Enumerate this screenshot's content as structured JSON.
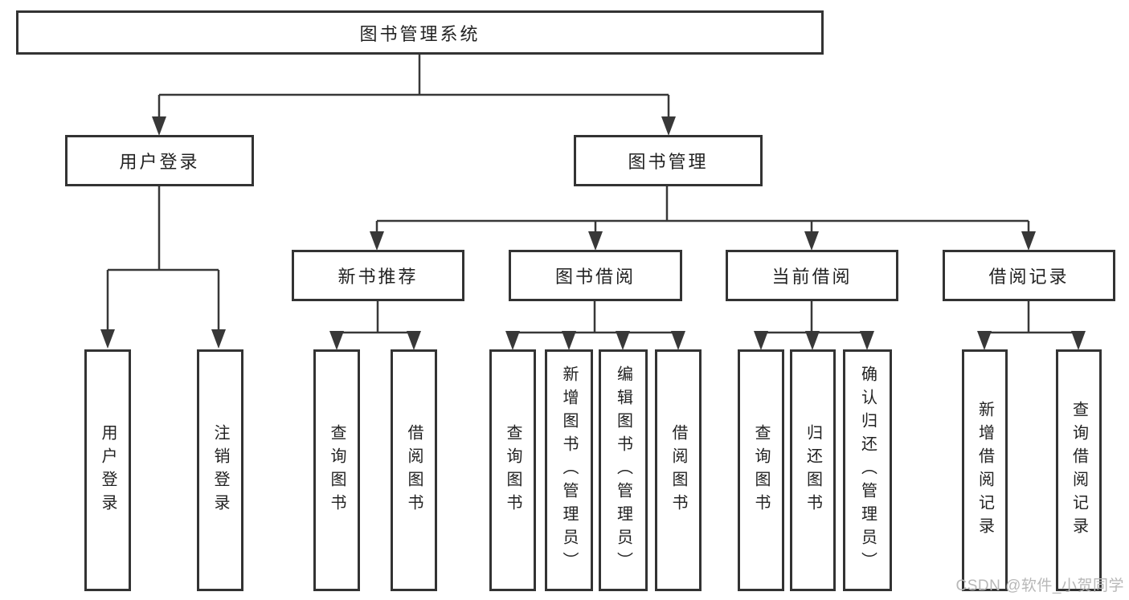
{
  "palette": {
    "background": "#ffffff",
    "line": "#383838",
    "box_border": "#333333",
    "text": "#222222",
    "watermark_text": "#b8b8b8"
  },
  "diagram": {
    "root": {
      "label": "图书管理系统"
    },
    "branches": [
      {
        "label": "用户登录",
        "children": [
          {
            "label": "用户登录"
          },
          {
            "label": "注销登录"
          }
        ]
      },
      {
        "label": "图书管理",
        "modules": [
          {
            "label": "新书推荐",
            "children": [
              {
                "label": "查询图书"
              },
              {
                "label": "借阅图书"
              }
            ]
          },
          {
            "label": "图书借阅",
            "children": [
              {
                "label": "查询图书"
              },
              {
                "label": "新增图书（管理员）"
              },
              {
                "label": "编辑图书（管理员）"
              },
              {
                "label": "借阅图书"
              }
            ]
          },
          {
            "label": "当前借阅",
            "children": [
              {
                "label": "查询图书"
              },
              {
                "label": "归还图书"
              },
              {
                "label": "确认归还（管理员）"
              }
            ]
          },
          {
            "label": "借阅记录",
            "children": [
              {
                "label": "新增借阅记录"
              },
              {
                "label": "查询借阅记录"
              }
            ]
          }
        ]
      }
    ]
  },
  "watermark": {
    "text": "CSDN @软件_小贺同学"
  }
}
